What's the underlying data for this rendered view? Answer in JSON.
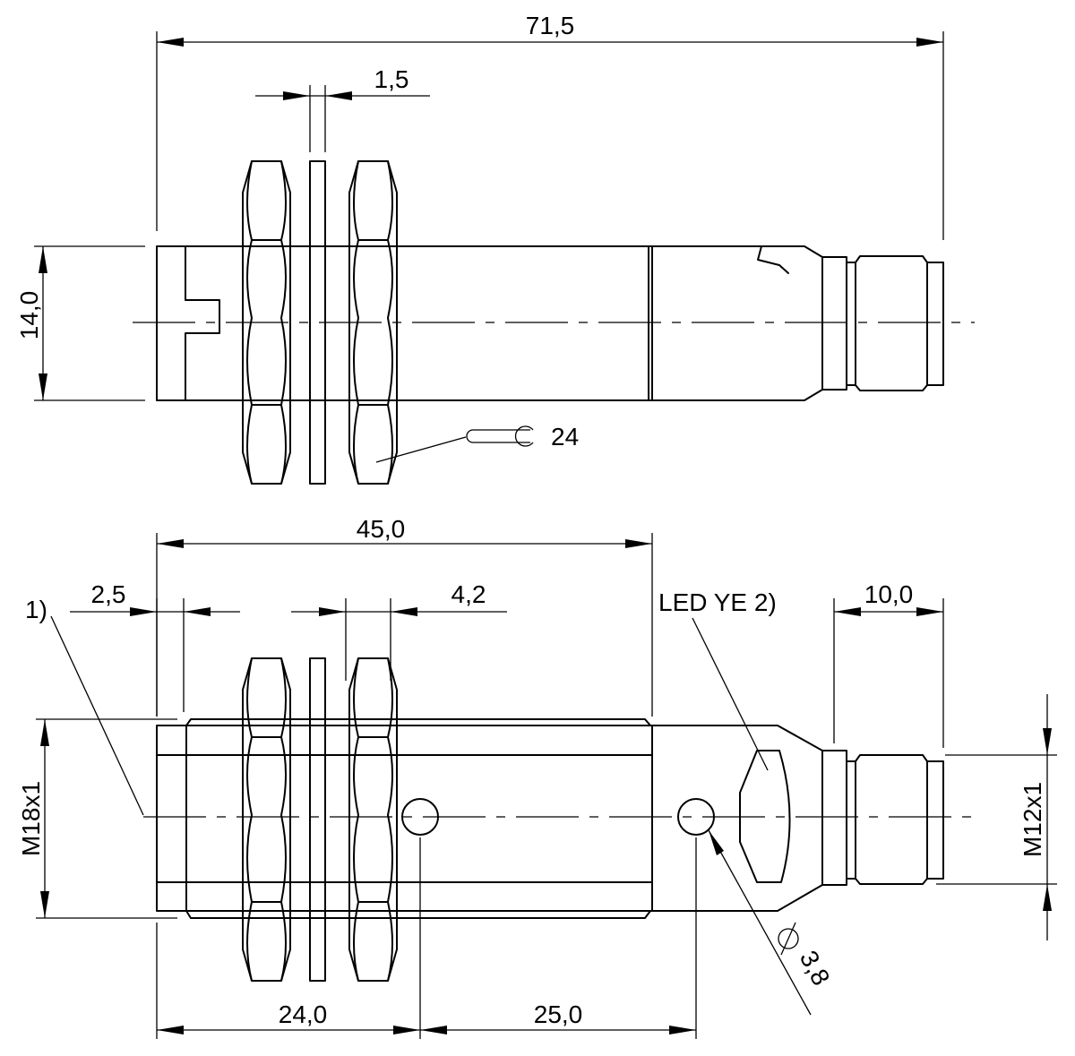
{
  "colors": {
    "line": "#000000",
    "background": "#ffffff"
  },
  "top_view": {
    "overall_length": "71,5",
    "washer_thickness": "1,5",
    "height": "14,0",
    "wrench_size": "24"
  },
  "bottom_view": {
    "sensing_length": "45,0",
    "face_offset": "2,5",
    "nut_thickness": "4,2",
    "connector_length": "10,0",
    "thread_main": "M18x1",
    "thread_connector": "M12x1",
    "hole_distance_1": "24,0",
    "hole_distance_2": "25,0",
    "hole_diameter": "3,8",
    "led_label": "LED YE 2)",
    "note_1": "1)"
  }
}
